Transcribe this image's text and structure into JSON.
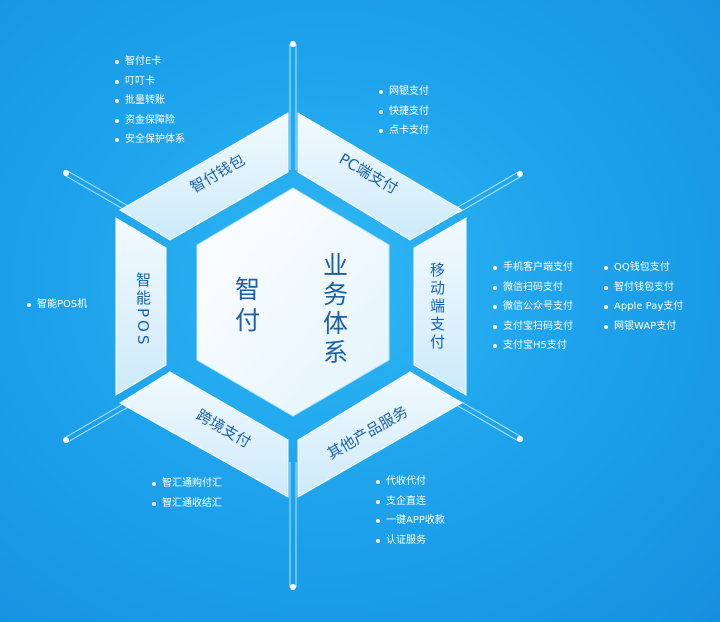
{
  "center": {
    "text_left": "智付",
    "text_right": "业务体系"
  },
  "segments": {
    "wallet": "智付钱包",
    "pc": "PC端支付",
    "mobile": "移动端支付",
    "other": "其他产品服务",
    "cross": "跨境支付",
    "pos": "智能POS"
  },
  "lists": {
    "wallet": [
      "智付E卡",
      "叮叮卡",
      "批量转账",
      "资金保障险",
      "安全保护体系"
    ],
    "pc": [
      "网银支付",
      "快捷支付",
      "点卡支付"
    ],
    "mobile_left": [
      "手机客户端支付",
      "微信扫码支付",
      "微信公众号支付",
      "支付宝扫码支付",
      "支付宝H5支付"
    ],
    "mobile_right": [
      "QQ钱包支付",
      "智付钱包支付",
      "Apple Pay支付",
      "网银WAP支付"
    ],
    "pos": [
      "智能POS机"
    ],
    "cross": [
      "智汇通购付汇",
      "智汇通收结汇"
    ],
    "other": [
      "代收代付",
      "支企直连",
      "一键APP收款",
      "认证服务"
    ]
  }
}
